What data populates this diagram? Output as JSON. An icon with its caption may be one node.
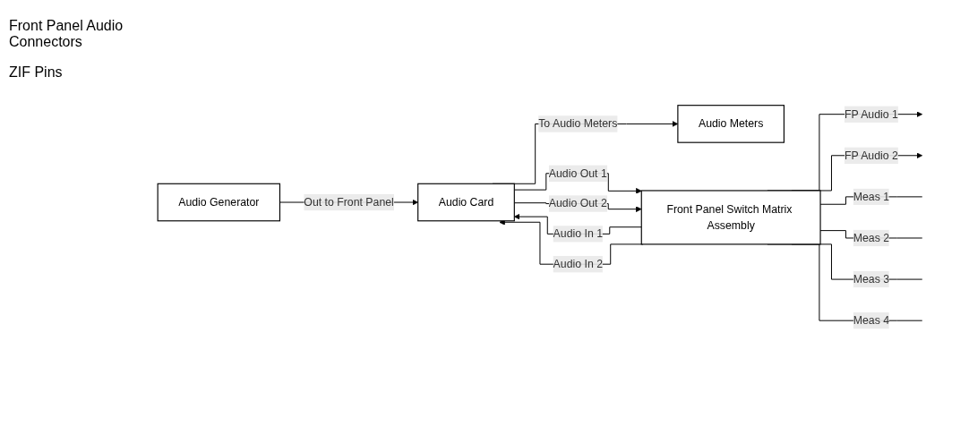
{
  "diagram": {
    "nodes": [
      {
        "text": [
          "Audio Generator"
        ]
      },
      {
        "text": [
          "Audio Meters"
        ]
      },
      {
        "text": [
          "Audio Card"
        ]
      },
      {
        "text": [
          "Front Panel Switch Matrix Assembly"
        ]
      }
    ],
    "edges": [
      {
        "from": 0,
        "to": 2,
        "arrow": "to",
        "label": "Out to Front Panel"
      },
      {
        "from": 2,
        "to": 1,
        "arrow": "to",
        "label": "To Audio Meters"
      },
      {
        "from": 3,
        "to": 2,
        "arrow": "to",
        "label": "Audio In 1"
      },
      {
        "from": 2,
        "to": 3,
        "arrow": "to",
        "label": "Audio Out 1"
      },
      {
        "from": 3,
        "to": 2,
        "arrow": "to",
        "label": "Audio In 2"
      },
      {
        "from": 2,
        "to": 3,
        "arrow": "to",
        "label": "Audio Out 2"
      },
      {
        "from": 3,
        "to": null,
        "arrow": "to",
        "label": "FP Audio 1"
      },
      {
        "from": 3,
        "to": null,
        "arrow": "to",
        "label": "FP Audio 2"
      },
      {
        "from": 3,
        "to": null,
        "arrow": "none",
        "label": "Meas 1"
      },
      {
        "from": 3,
        "to": null,
        "arrow": "none",
        "label": "Meas 2"
      },
      {
        "from": 3,
        "to": null,
        "arrow": "none",
        "label": "Meas 3"
      },
      {
        "from": 3,
        "to": null,
        "arrow": "none",
        "label": "Meas 4"
      }
    ],
    "labels": [
      "Front Panel Audio Connectors",
      "ZIF Pins"
    ]
  }
}
